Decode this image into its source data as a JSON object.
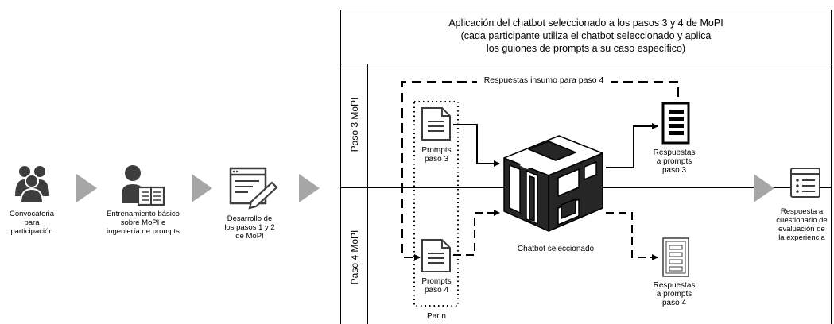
{
  "stages": {
    "call": "Convocatoria\npara\nparticipación",
    "training": "Entrenamiento básico\nsobre MoPI e\ningeniería de prompts",
    "development": "Desarrollo de\nlos pasos 1 y 2\nde MoPI",
    "response": "Respuesta a\ncuestionario de\nevaluación de\nla experiencia"
  },
  "box": {
    "header": "Aplicación del chatbot seleccionado a los pasos 3 y 4 de MoPI\n(cada participante utiliza el chatbot seleccionado y aplica\nlos guiones de prompts a su caso específico)",
    "row1_label": "Paso 3 MoPI",
    "row2_label": "Paso 4 MoPI",
    "feedback_label": "Respuestas insumo para paso 4",
    "prompts3": "Prompts\npaso 3",
    "prompts4": "Prompts\npaso 4",
    "pair": "Par n",
    "chatbot": "Chatbot seleccionado",
    "answers3": "Respuestas\na prompts\npaso 3",
    "answers4": "Respuestas\na prompts\npaso 4"
  },
  "colors": {
    "icon_dark": "#3d3d3d",
    "arrow_gray": "#a6a6a6",
    "chatbot_light": "#ffffff",
    "chatbot_dark": "#262626"
  },
  "icons": [
    "people-group-icon",
    "person-reading-icon",
    "document-edit-icon",
    "checklist-window-icon",
    "document-icon",
    "list-doc-icon",
    "chatbot-logo-icon"
  ]
}
